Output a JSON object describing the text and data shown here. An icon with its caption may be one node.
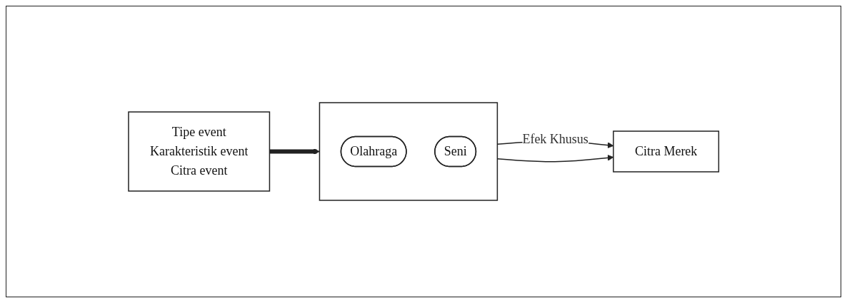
{
  "diagram": {
    "nodes": [
      {
        "text": [
          "Tipe event",
          "Karakteristik event",
          "Citra event"
        ]
      },
      {
        "text": [],
        "shape": "box"
      },
      {
        "text": [
          "Olahraga"
        ],
        "in": 1
      },
      {
        "text": [
          "Seni"
        ],
        "in": 1
      },
      {
        "text": [
          "Citra Merek"
        ]
      }
    ],
    "edges": [
      {
        "from": 0,
        "to": 1,
        "arrow": "to",
        "style": "thick"
      },
      {
        "from": 1,
        "to": 4,
        "arrow": "to",
        "label": "Efek Khusus"
      },
      {
        "from": 1,
        "to": 4,
        "arrow": "to"
      }
    ]
  }
}
